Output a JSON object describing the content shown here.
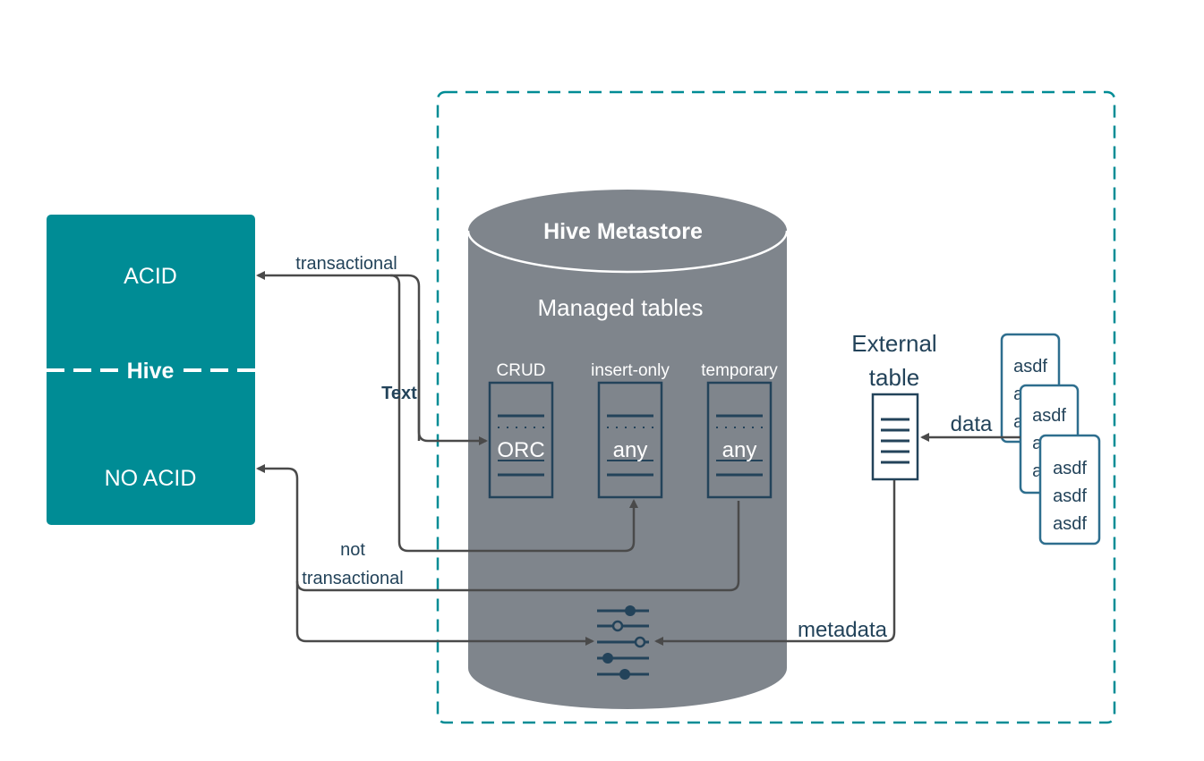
{
  "hive": {
    "acid_label": "ACID",
    "hive_label": "Hive",
    "no_acid_label": "NO ACID"
  },
  "metastore": {
    "title": "Hive Metastore",
    "subtitle": "Managed tables",
    "tables": [
      {
        "label": "CRUD",
        "format": "ORC"
      },
      {
        "label": "insert-only",
        "format": "any"
      },
      {
        "label": "temporary",
        "format": "any"
      }
    ]
  },
  "external": {
    "title_line1": "External",
    "title_line2": "table",
    "files_text": [
      "asdf",
      "asdf",
      "asdf"
    ]
  },
  "arrows": {
    "transactional": "transactional",
    "text": "Text",
    "not_line1": "not",
    "not_line2": "transactional",
    "data": "data",
    "metadata": "metadata"
  },
  "colors": {
    "teal": "#008c95",
    "cylinder": "#7f858c",
    "dark_navy": "#23435a",
    "arrow": "#4a4a4a",
    "file_border": "#2e6e8e"
  }
}
